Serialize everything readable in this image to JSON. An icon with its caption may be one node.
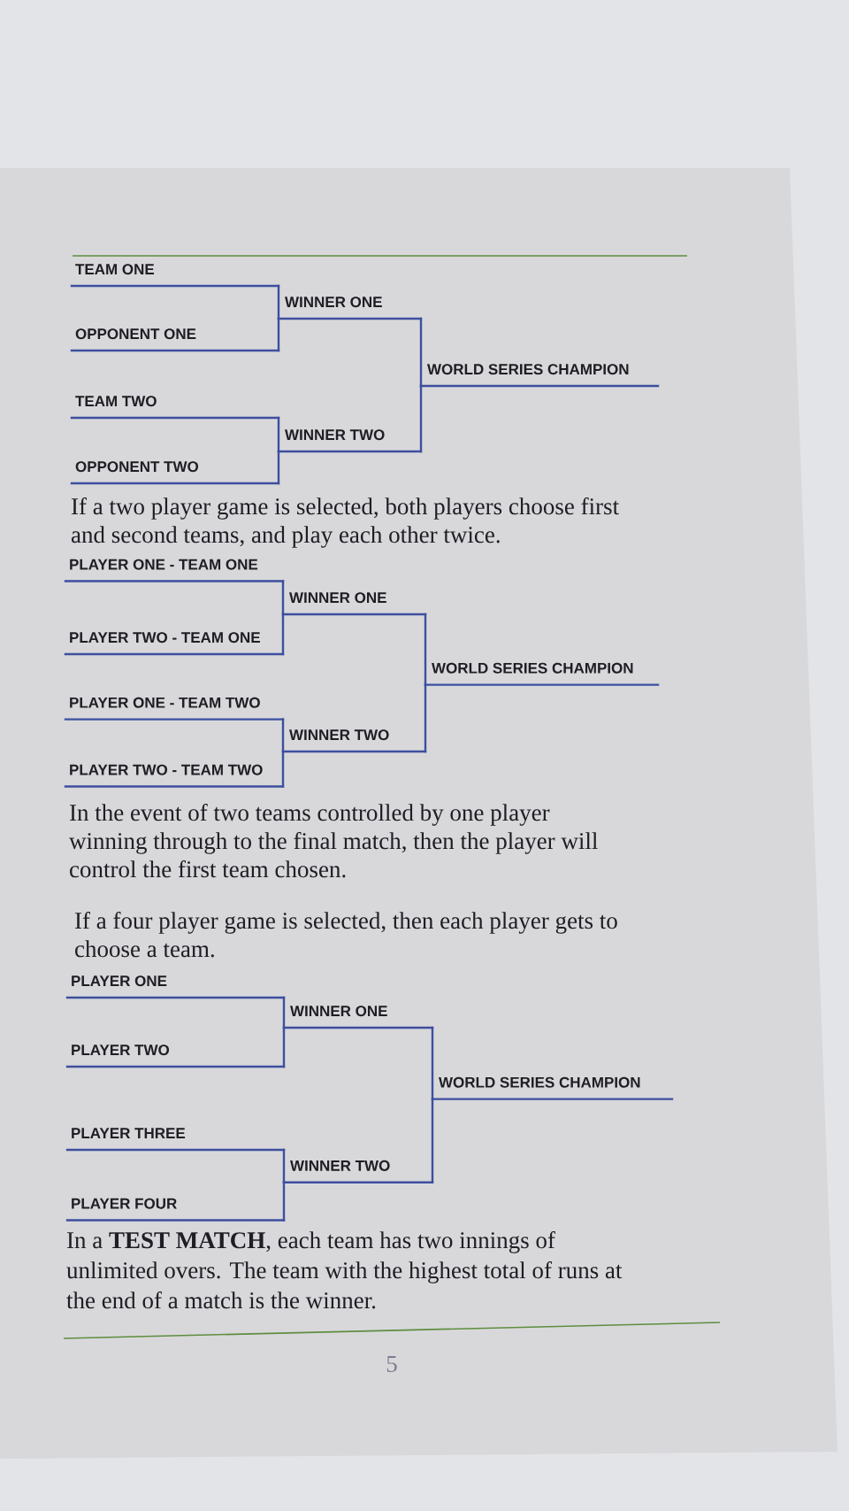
{
  "diagram": {
    "nodes": [
      {
        "text": [
          "TEAM ONE"
        ]
      },
      {
        "text": [
          "WINNER ONE"
        ]
      },
      {
        "text": [
          "OPPONENT ONE"
        ]
      },
      {
        "text": [
          "WORLD SERIES CHAMPION"
        ]
      },
      {
        "text": [
          "TEAM TWO"
        ]
      },
      {
        "text": [
          "WINNER TWO"
        ]
      },
      {
        "text": [
          "OPPONENT TWO"
        ]
      },
      {
        "text": [
          "PLAYER ONE - TEAM ONE"
        ]
      },
      {
        "text": [
          "WINNER ONE"
        ]
      },
      {
        "text": [
          "PLAYER TWO - TEAM ONE"
        ]
      },
      {
        "text": [
          "WORLD SERIES CHAMPION"
        ]
      },
      {
        "text": [
          "PLAYER ONE - TEAM TWO"
        ]
      },
      {
        "text": [
          "WINNER TWO"
        ]
      },
      {
        "text": [
          "PLAYER TWO - TEAM TWO"
        ]
      },
      {
        "text": [
          "PLAYER ONE"
        ]
      },
      {
        "text": [
          "WINNER ONE"
        ]
      },
      {
        "text": [
          "PLAYER TWO"
        ]
      },
      {
        "text": [
          "WORLD SERIES CHAMPION"
        ]
      },
      {
        "text": [
          "PLAYER THREE"
        ]
      },
      {
        "text": [
          "WINNER TWO"
        ]
      },
      {
        "text": [
          "PLAYER FOUR"
        ]
      }
    ],
    "edges": [
      {
        "from": 0,
        "to": 1,
        "arrow": "none"
      },
      {
        "from": 2,
        "to": 1,
        "arrow": "none"
      },
      {
        "from": 4,
        "to": 5,
        "arrow": "none"
      },
      {
        "from": 6,
        "to": 5,
        "arrow": "none"
      },
      {
        "from": 1,
        "to": 3,
        "arrow": "none"
      },
      {
        "from": 5,
        "to": 3,
        "arrow": "none"
      },
      {
        "from": 7,
        "to": 8,
        "arrow": "none"
      },
      {
        "from": 9,
        "to": 8,
        "arrow": "none"
      },
      {
        "from": 11,
        "to": 12,
        "arrow": "none"
      },
      {
        "from": 13,
        "to": 12,
        "arrow": "none"
      },
      {
        "from": 8,
        "to": 10,
        "arrow": "none"
      },
      {
        "from": 12,
        "to": 10,
        "arrow": "none"
      },
      {
        "from": 14,
        "to": 15,
        "arrow": "none"
      },
      {
        "from": 16,
        "to": 15,
        "arrow": "none"
      },
      {
        "from": 18,
        "to": 19,
        "arrow": "none"
      },
      {
        "from": 20,
        "to": 19,
        "arrow": "none"
      },
      {
        "from": 15,
        "to": 17,
        "arrow": "none"
      },
      {
        "from": 19,
        "to": 17,
        "arrow": "none"
      }
    ],
    "labels": [
      "If a two player game is selected, both players choose first and second teams, and play each other twice.",
      "In the event of two teams controlled by one player winning through to the final match, then the player will control the first team chosen.",
      "If a four player game is selected, then each player gets to choose a team.",
      "In a **TEST MATCH**, each team has two innings of unlimited overs. The team with the highest total of runs at the end of a match is the winner.",
      "5"
    ]
  }
}
